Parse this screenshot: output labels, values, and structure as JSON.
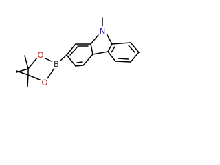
{
  "colors": {
    "background": "#ffffff",
    "bond": "#000000",
    "nitrogen": "#2a2ad0",
    "oxygen": "#d81e1e",
    "boron": "#2a2a2a"
  },
  "atoms": {
    "nitrogen": "N",
    "boron": "B",
    "oxygen_1": "O",
    "oxygen_2": "O"
  }
}
